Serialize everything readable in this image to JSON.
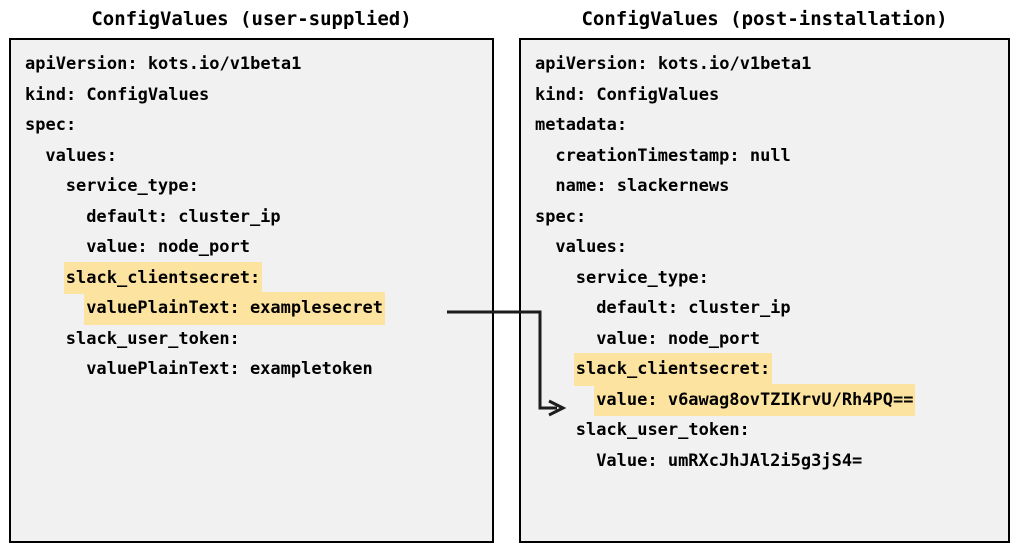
{
  "colors": {
    "highlight": "#fde3a0",
    "box_background": "#f1f1f1",
    "box_border": "#000000",
    "text": "#000000",
    "page_background": "#ffffff"
  },
  "panels": {
    "left": {
      "title": "ConfigValues (user-supplied)",
      "lines": [
        {
          "text": "apiVersion: kots.io/v1beta1",
          "indent": 0,
          "highlighted": false
        },
        {
          "text": "kind: ConfigValues",
          "indent": 0,
          "highlighted": false
        },
        {
          "text": "spec:",
          "indent": 0,
          "highlighted": false
        },
        {
          "text": "values:",
          "indent": 1,
          "highlighted": false
        },
        {
          "text": "service_type:",
          "indent": 2,
          "highlighted": false
        },
        {
          "text": "default: cluster_ip",
          "indent": 3,
          "highlighted": false
        },
        {
          "text": "value: node_port",
          "indent": 3,
          "highlighted": false
        },
        {
          "text": "slack_clientsecret:",
          "indent": 2,
          "highlighted": true
        },
        {
          "text": "valuePlainText: examplesecret",
          "indent": 3,
          "highlighted": true
        },
        {
          "text": "slack_user_token:",
          "indent": 2,
          "highlighted": false
        },
        {
          "text": "valuePlainText: exampletoken",
          "indent": 3,
          "highlighted": false
        }
      ]
    },
    "right": {
      "title": "ConfigValues (post-installation)",
      "lines": [
        {
          "text": "apiVersion: kots.io/v1beta1",
          "indent": 0,
          "highlighted": false
        },
        {
          "text": "kind: ConfigValues",
          "indent": 0,
          "highlighted": false
        },
        {
          "text": "metadata:",
          "indent": 0,
          "highlighted": false
        },
        {
          "text": "creationTimestamp: null",
          "indent": 1,
          "highlighted": false
        },
        {
          "text": "name: slackernews",
          "indent": 1,
          "highlighted": false
        },
        {
          "text": "spec:",
          "indent": 0,
          "highlighted": false
        },
        {
          "text": "values:",
          "indent": 1,
          "highlighted": false
        },
        {
          "text": "service_type:",
          "indent": 2,
          "highlighted": false
        },
        {
          "text": "default: cluster_ip",
          "indent": 3,
          "highlighted": false
        },
        {
          "text": "value: node_port",
          "indent": 3,
          "highlighted": false
        },
        {
          "text": "slack_clientsecret:",
          "indent": 2,
          "highlighted": true
        },
        {
          "text": "value: v6awag8ovTZIKrvU/Rh4PQ==",
          "indent": 3,
          "highlighted": true
        },
        {
          "text": "slack_user_token:",
          "indent": 2,
          "highlighted": false
        },
        {
          "text": "Value: umRXcJhJAl2i5g3jS4=",
          "indent": 3,
          "highlighted": false
        }
      ]
    }
  },
  "connector": {
    "label": "encryption-flow-arrow",
    "from_line": "valuePlainText: examplesecret",
    "to_line": "value: v6awag8ovTZIKrvU/Rh4PQ=="
  }
}
